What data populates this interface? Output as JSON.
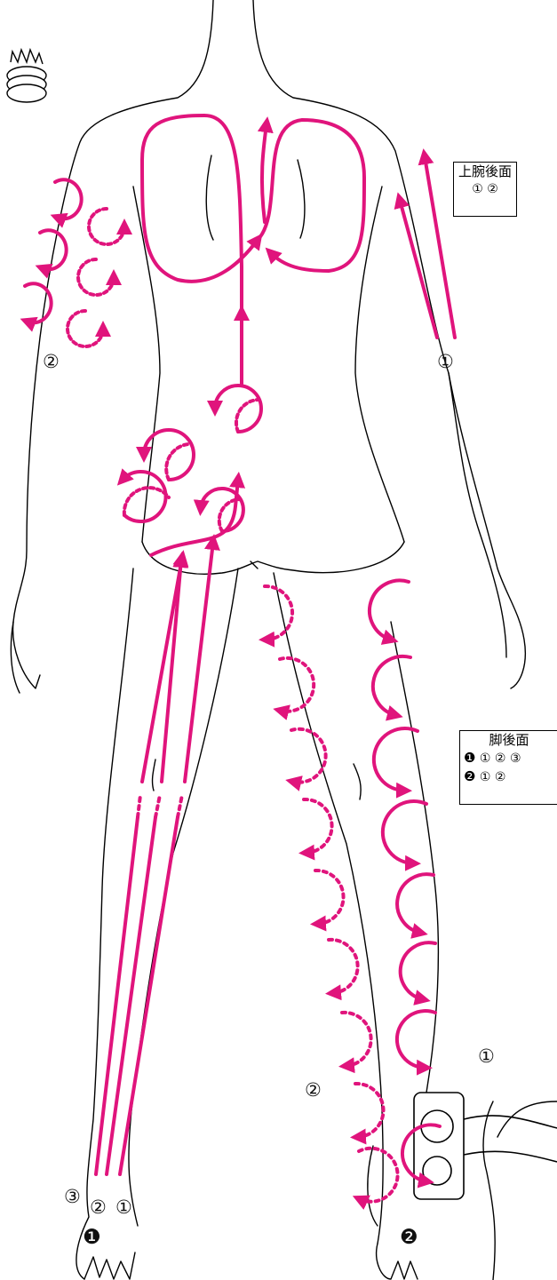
{
  "legends": {
    "arm": {
      "title": "上腕後面",
      "items": [
        "①",
        "②"
      ]
    },
    "leg": {
      "title": "脚後面",
      "rows": [
        {
          "num": "❶",
          "items": [
            "①",
            "②",
            "③"
          ]
        },
        {
          "num": "❷",
          "items": [
            "①",
            "②"
          ]
        }
      ]
    }
  },
  "labels": {
    "arm_left_2": "②",
    "arm_right_1": "①",
    "leg_left_3": "③",
    "leg_left_2": "②",
    "leg_left_1": "①",
    "leg_left_num": "❶",
    "leg_right_1": "①",
    "leg_right_2": "②",
    "leg_right_num": "❷"
  },
  "colors": {
    "stroke": "#e0147c",
    "outline": "#000000"
  }
}
